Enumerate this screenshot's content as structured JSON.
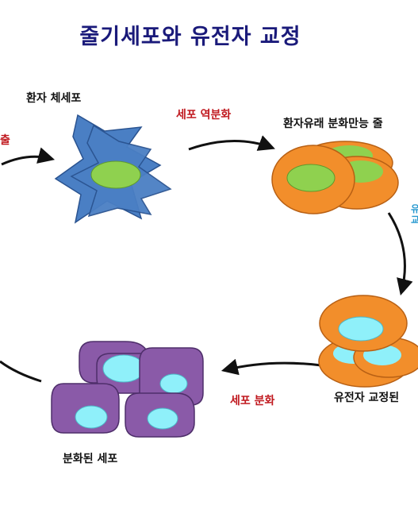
{
  "title": "줄기세포와 유전자 교정",
  "nodes": {
    "patient_cell": "환자 체세포",
    "ipsc": "환자유래 분화만능 줄",
    "edited": "유전자 교정된",
    "differentiated": "분화된 세포"
  },
  "steps": {
    "reprogramming": "세포 역분화",
    "differentiation": "세포 분화",
    "left_partial": "출",
    "right_partial": "유\n교"
  },
  "colors": {
    "title": "#1a1a7a",
    "step_text": "#c0181e",
    "patient_cell": "#4a7fc4",
    "ipsc_cell": "#f28e2b",
    "green_nucleus": "#8fd14f",
    "cyan_nucleus": "#8ff0fa",
    "differentiated_cell": "#8a5aa8"
  }
}
